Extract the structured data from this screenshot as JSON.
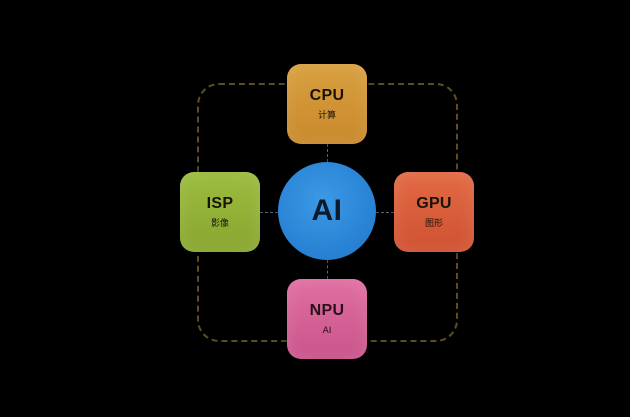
{
  "diagram": {
    "center": {
      "label": "AI",
      "color": "#2a84d6"
    },
    "nodes": {
      "cpu": {
        "title": "CPU",
        "subtitle": "计算",
        "color": "#d0902f"
      },
      "isp": {
        "title": "ISP",
        "subtitle": "影像",
        "color": "#8fae35"
      },
      "gpu": {
        "title": "GPU",
        "subtitle": "图形",
        "color": "#d85c3a"
      },
      "npu": {
        "title": "NPU",
        "subtitle": "AI",
        "color": "#d15f95"
      }
    },
    "frame_color": "#5b4f22",
    "background": "#000000"
  }
}
